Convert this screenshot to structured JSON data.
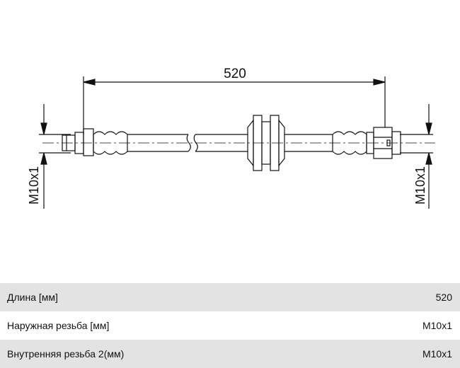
{
  "drawing": {
    "length_label": "520",
    "left_thread_label": "M10x1",
    "right_thread_label": "M10x1"
  },
  "specs": [
    {
      "label": "Длина [мм]",
      "value": "520"
    },
    {
      "label": "Наружная резьба [мм]",
      "value": "M10x1"
    },
    {
      "label": "Внутренняя резьба 2(мм)",
      "value": "M10x1"
    }
  ]
}
